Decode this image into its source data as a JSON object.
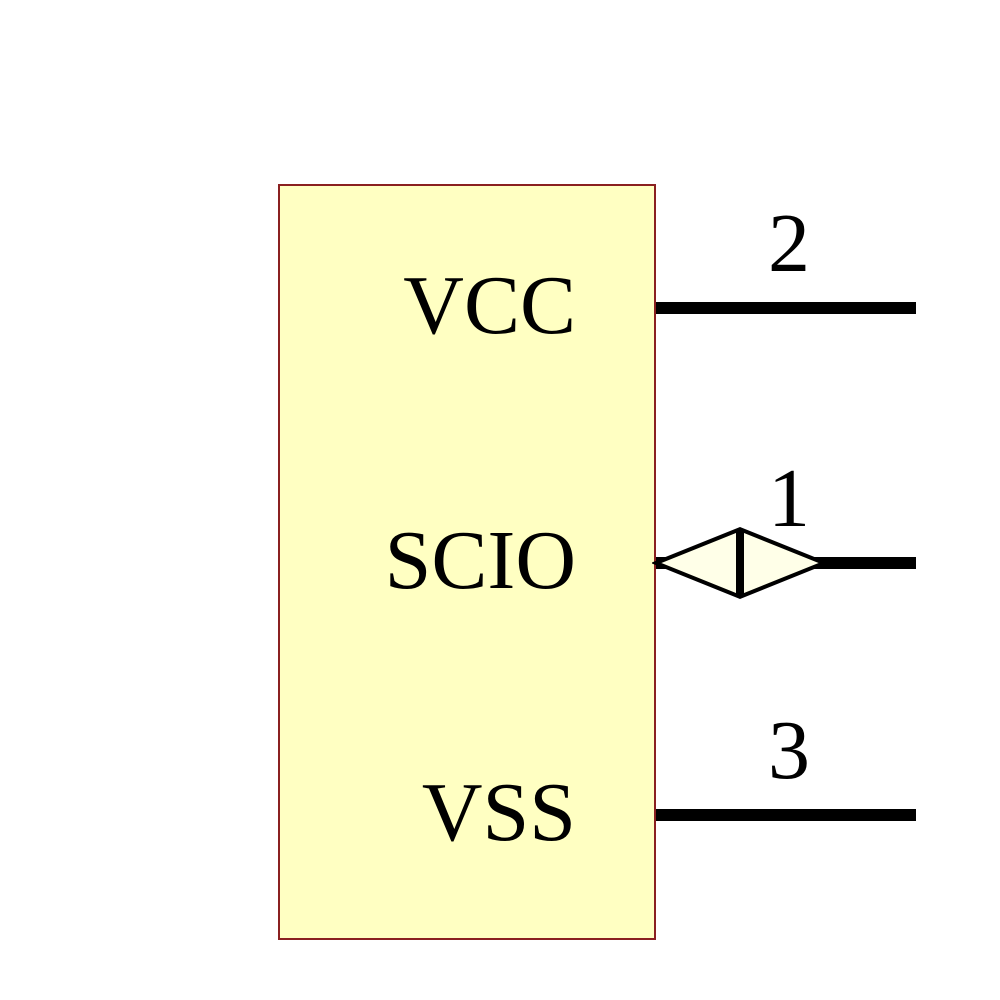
{
  "diagram": {
    "type": "schematic-symbol",
    "component": {
      "pins": [
        {
          "name": "VCC",
          "number": "2",
          "side": "right",
          "direction": "power-input"
        },
        {
          "name": "SCIO",
          "number": "1",
          "side": "right",
          "direction": "bidirectional"
        },
        {
          "name": "VSS",
          "number": "3",
          "side": "right",
          "direction": "power-input"
        }
      ]
    },
    "colors": {
      "background": "#FFFFFF",
      "body_fill": "#FFFFC2",
      "body_border": "#8A2020",
      "ink": "#000000",
      "arrow_fill": "#FFFFE8"
    }
  }
}
